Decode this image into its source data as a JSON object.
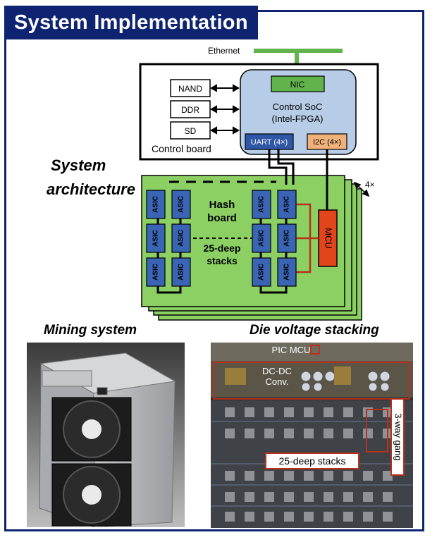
{
  "title": "System Implementation",
  "labels": {
    "ethernet": "Ethernet",
    "nic": "NIC",
    "soc_line1": "Control SoC",
    "soc_line2": "(Intel-FPGA)",
    "uart": "UART (4×)",
    "i2c": "I2C (4×)",
    "nand": "NAND",
    "ddr": "DDR",
    "sd": "SD",
    "control_board": "Control board",
    "system_arch_line1": "System",
    "system_arch_line2": "architecture",
    "stack_count": "4×",
    "asic": "ASIC",
    "hash_line1": "Hash",
    "hash_line2": "board",
    "stacks_line1": "25-deep",
    "stacks_line2": "stacks",
    "mcu": "MCU",
    "mining_system": "Mining system",
    "die_voltage": "Die voltage stacking",
    "pic_mcu": "PIC MCU",
    "dcdc_line1": "DC-DC",
    "dcdc_line2": "Conv.",
    "stacks_25": "25-deep stacks",
    "gang": "3-way gang"
  },
  "colors": {
    "navy": "#0f2470",
    "soc_blue": "#b7cce6",
    "nic_green": "#63b34c",
    "uart_blue": "#2f57a6",
    "i2c_orange": "#f0b17a",
    "board_green": "#8cd064",
    "asic_blue": "#3a64b4",
    "mcu_red": "#e2451c",
    "callout_red": "#b6321c"
  }
}
